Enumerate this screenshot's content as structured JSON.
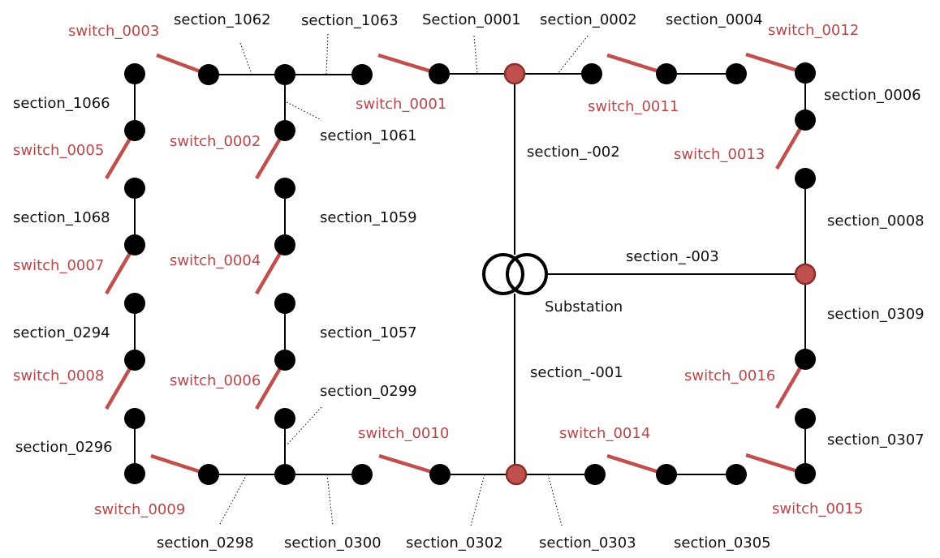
{
  "colors": {
    "switch": "#c0504d",
    "switch_label": "#b8474a",
    "bus": "#c0504d",
    "section_label": "#111111",
    "wire": "#000000"
  },
  "transformer": {
    "label": "Substation"
  },
  "sections": [
    "section_1062",
    "section_1063",
    "Section_0001",
    "section_0002",
    "section_0004",
    "section_1066",
    "section_0006",
    "section_1061",
    "section_-002",
    "section_1068",
    "section_1059",
    "section_0008",
    "section_-003",
    "section_0294",
    "section_1057",
    "section_0309",
    "section_-001",
    "section_0299",
    "section_0296",
    "section_0307",
    "section_0298",
    "section_0300",
    "section_0302",
    "section_0303",
    "section_0305"
  ],
  "switches": [
    "switch_0003",
    "switch_0012",
    "switch_0001",
    "switch_0011",
    "switch_0005",
    "switch_0002",
    "switch_0013",
    "switch_0007",
    "switch_0004",
    "switch_0008",
    "switch_0006",
    "switch_0016",
    "switch_0010",
    "switch_0014",
    "switch_0009",
    "switch_0015"
  ]
}
